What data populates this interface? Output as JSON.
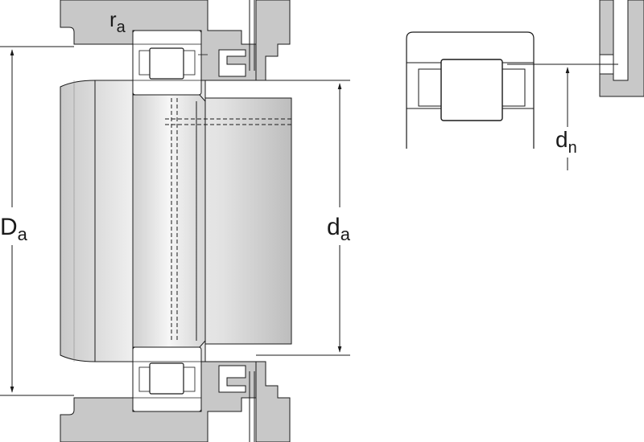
{
  "labels": {
    "ra": {
      "main": "r",
      "sub": "a"
    },
    "Da": {
      "main": "D",
      "sub": "a"
    },
    "da": {
      "main": "d",
      "sub": "a"
    },
    "dn": {
      "main": "d",
      "sub": "n"
    }
  },
  "colors": {
    "housing": "#c8c8c8",
    "shaft_light": "#f2f2f2",
    "shaft_dark": "#b9b9b9",
    "bearing": "#ffffff",
    "line": "#1a1a1a"
  }
}
